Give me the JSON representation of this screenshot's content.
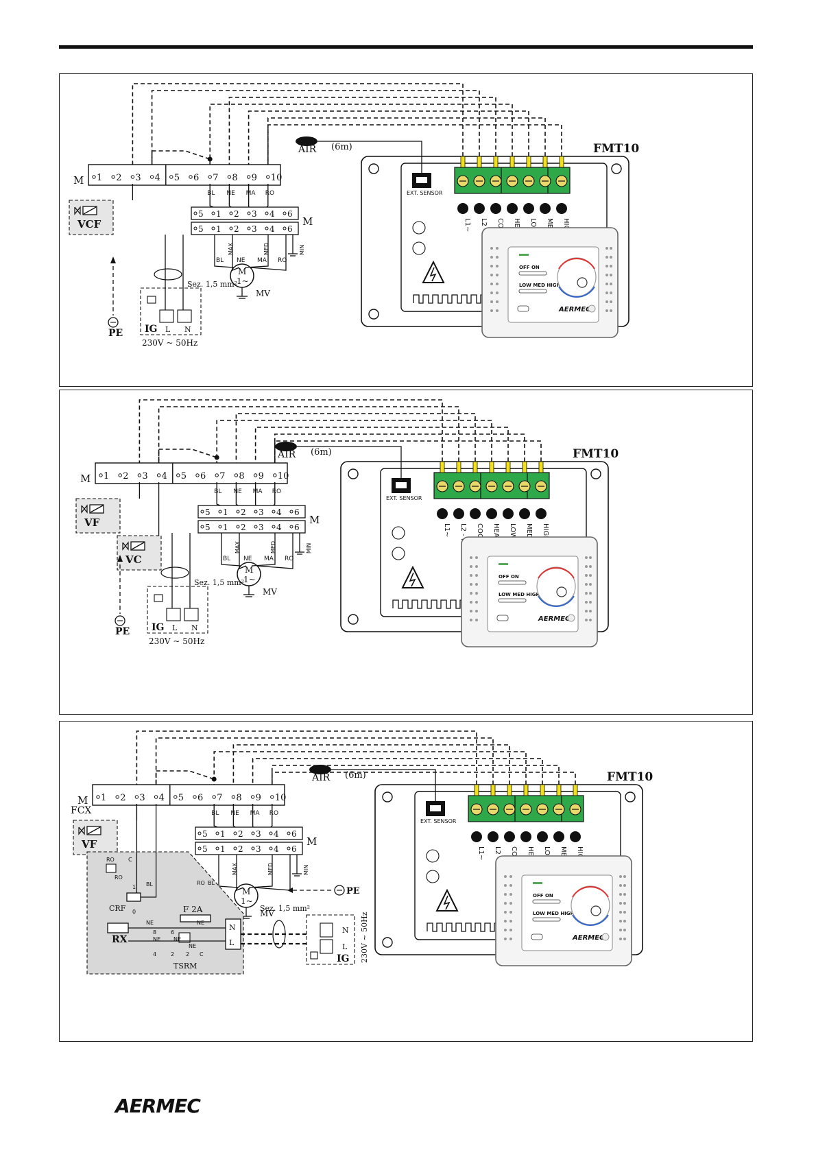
{
  "brand_logo": "AERMEC",
  "diagrams": [
    {
      "id": "p1",
      "thermostat": "FMT10",
      "terminal_label_M": "M",
      "terminal_numbers": [
        "1",
        "2",
        "3",
        "4",
        "5",
        "6",
        "7",
        "8",
        "9",
        "10"
      ],
      "wire_colors_top": [
        "BL",
        "NE",
        "MA",
        "RO"
      ],
      "motor_speeds": [
        "MAX",
        "MED",
        "MIN"
      ],
      "wire_colors_bottom": [
        "BL",
        "NE",
        "MA",
        "RO"
      ],
      "block_numbers": [
        "5",
        "1",
        "2",
        "3",
        "4",
        "6"
      ],
      "valve_labels": [
        "VCF"
      ],
      "motor_label": "MV",
      "motor_symbol": "M",
      "motor_phase": "1~",
      "cable_section": "Sez. 1,5 mm²",
      "sensor_label": "AIR",
      "sensor_length": "(6m)",
      "ext_sensor": "EXT. SENSOR",
      "terminals": [
        "L1~",
        "L2 - N",
        "COOL",
        "HEAT",
        "LOW",
        "MED",
        "HIGH"
      ],
      "switch_label": "IG",
      "ground_label": "PE",
      "supply": "230V ~ 50Hz",
      "switch_poles": [
        "L",
        "N"
      ],
      "panel_labels": {
        "off_on": "OFF    ON",
        "speeds": "LOW  MED  HIGH",
        "brand": "AERMEC"
      }
    },
    {
      "id": "p2",
      "thermostat": "FMT10",
      "terminal_label_M": "M",
      "terminal_numbers": [
        "1",
        "2",
        "3",
        "4",
        "5",
        "6",
        "7",
        "8",
        "9",
        "10"
      ],
      "wire_colors_top": [
        "BL",
        "NE",
        "MA",
        "RO"
      ],
      "motor_speeds": [
        "MAX",
        "MED",
        "MIN"
      ],
      "wire_colors_bottom": [
        "BL",
        "NE",
        "MA",
        "RO"
      ],
      "block_numbers": [
        "5",
        "1",
        "2",
        "3",
        "4",
        "6"
      ],
      "valve_labels": [
        "VF",
        "VC"
      ],
      "motor_label": "MV",
      "motor_symbol": "M",
      "motor_phase": "1~",
      "cable_section": "Sez. 1,5 mm²",
      "sensor_label": "AIR",
      "sensor_length": "(6m)",
      "ext_sensor": "EXT. SENSOR",
      "terminals": [
        "L1~",
        "L2 - N",
        "COOL",
        "HEAT",
        "LOW",
        "MED",
        "HIGH"
      ],
      "switch_label": "IG",
      "ground_label": "PE",
      "supply": "230V ~ 50Hz",
      "switch_poles": [
        "L",
        "N"
      ],
      "panel_labels": {
        "off_on": "OFF    ON",
        "speeds": "LOW  MED  HIGH",
        "brand": "AERMEC"
      }
    },
    {
      "id": "p3",
      "thermostat": "FMT10",
      "terminal_label_M": "M",
      "terminal_label_fcx": "FCX",
      "terminal_numbers": [
        "1",
        "2",
        "3",
        "4",
        "5",
        "6",
        "7",
        "8",
        "9",
        "10"
      ],
      "wire_colors_top": [
        "BL",
        "NE",
        "MA",
        "RO"
      ],
      "motor_speeds": [
        "MAX",
        "MED",
        "MIN"
      ],
      "block_numbers": [
        "5",
        "1",
        "2",
        "3",
        "4",
        "6"
      ],
      "valve_labels": [
        "VF"
      ],
      "motor_label": "MV",
      "motor_symbol": "M",
      "motor_phase": "1~",
      "cable_section": "Sez. 1,5 mm²",
      "sensor_label": "AIR",
      "sensor_length": "(6m)",
      "ext_sensor": "EXT. SENSOR",
      "terminals": [
        "L1~",
        "L2 - N",
        "COOL",
        "HEAT",
        "LOW",
        "MED",
        "HIGH"
      ],
      "switch_label": "IG",
      "ground_label": "PE",
      "supply": "230V ~ 50Hz",
      "switch_poles": [
        "N",
        "L"
      ],
      "relay_labels": {
        "crf": "CRF",
        "rx": "RX",
        "tsrm": "TSRM",
        "fuse": "F 2A",
        "n": "N",
        "l": "L"
      },
      "relay_wires": [
        "RO",
        "C",
        "BL",
        "RO",
        "1",
        "NE",
        "NE",
        "NE",
        "NE",
        "NE",
        "RO",
        "BL",
        "0"
      ],
      "relay_pins": [
        "8",
        "6",
        "4",
        "2",
        "2",
        "C"
      ],
      "panel_labels": {
        "off_on": "OFF    ON",
        "speeds": "LOW  MED  HIGH",
        "brand": "AERMEC"
      }
    }
  ]
}
